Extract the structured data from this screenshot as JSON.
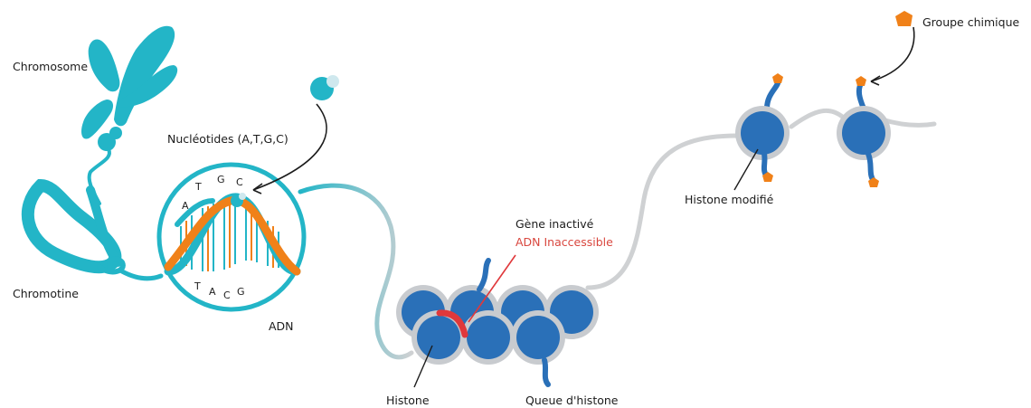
{
  "labels": {
    "chromosome": "Chromosome",
    "chromatin": "Chromotine",
    "nucleotides": "Nucléotides (A,T,G,C)",
    "dna": "ADN",
    "gene_inactive": "Gène inactivé",
    "dna_inaccessible": "ADN Inaccessible",
    "histone": "Histone",
    "histone_tail": "Queue d'histone",
    "histone_modified": "Histone modifié",
    "chemical_group": "Groupe chimique"
  },
  "bases": {
    "top": [
      "A",
      "T",
      "G",
      "C"
    ],
    "bottom": [
      "T",
      "A",
      "C",
      "G"
    ]
  },
  "colors": {
    "teal": "#23b5c7",
    "orange": "#f08119",
    "histone_blue": "#2a70b8",
    "histone_ring": "#c8cbcf",
    "linker_gray": "#cfd1d3",
    "accent_red": "#e0383b"
  }
}
